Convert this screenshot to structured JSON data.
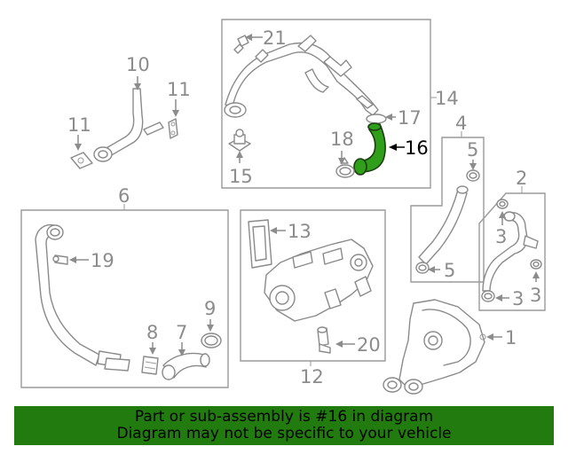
{
  "callouts": {
    "c1": "1",
    "c2": "2",
    "c3a": "3",
    "c3b": "3",
    "c3c": "3",
    "c4": "4",
    "c5a": "5",
    "c5b": "5",
    "c6": "6",
    "c7": "7",
    "c8": "8",
    "c9": "9",
    "c10": "10",
    "c11a": "11",
    "c11b": "11",
    "c12": "12",
    "c13": "13",
    "c14": "14",
    "c15": "15",
    "c16": "16",
    "c17": "17",
    "c18": "18",
    "c19": "19",
    "c20": "20",
    "c21": "21"
  },
  "highlight": {
    "part": "16",
    "color": "#2f9e1a"
  },
  "banner": {
    "line1": "Part or sub-assembly is #16 in diagram",
    "line2": "Diagram may not be specific to your vehicle",
    "background": "#227b0f"
  }
}
